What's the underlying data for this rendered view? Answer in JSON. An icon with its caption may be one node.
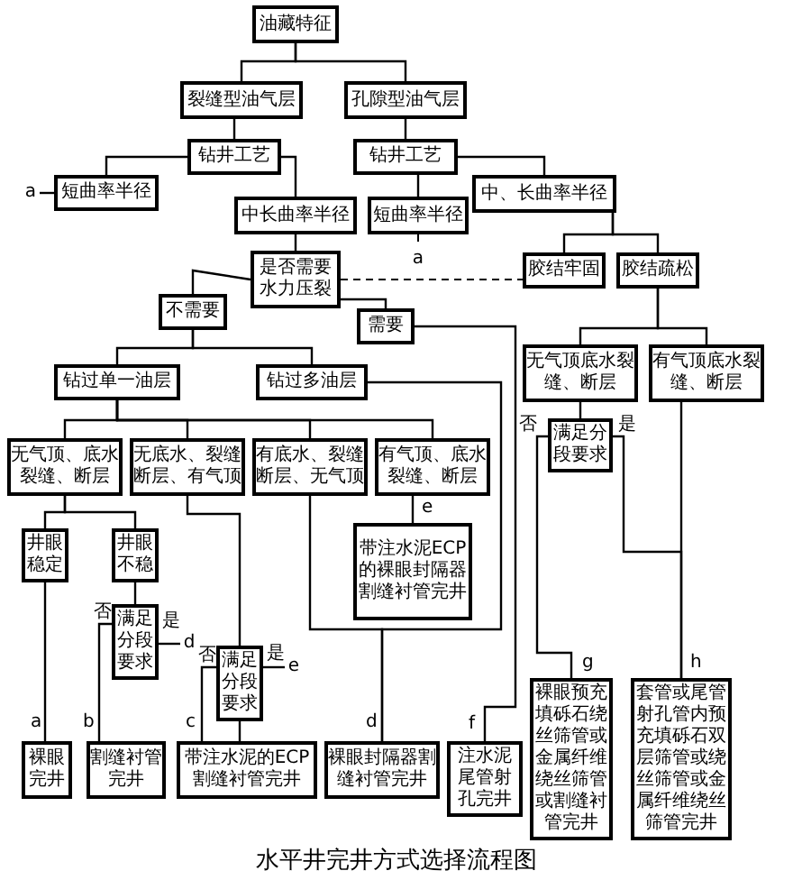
{
  "diagram": {
    "caption": "水平井完井方式选择流程图",
    "nodes": [
      {
        "text": [
          "油藏特征"
        ]
      },
      {
        "text": [
          "裂缝型油气层"
        ]
      },
      {
        "text": [
          "孔隙型油气层"
        ]
      },
      {
        "text": [
          "钻井工艺"
        ]
      },
      {
        "text": [
          "钻井工艺"
        ]
      },
      {
        "text": [
          "短曲率半径"
        ]
      },
      {
        "text": [
          "中长曲率半径"
        ]
      },
      {
        "text": [
          "短曲率半径"
        ]
      },
      {
        "text": [
          "中、长曲率半径"
        ]
      },
      {
        "text": [
          "是否需要水力压裂"
        ]
      },
      {
        "text": [
          "胶结牢固"
        ]
      },
      {
        "text": [
          "胶结疏松"
        ]
      },
      {
        "text": [
          "不需要"
        ]
      },
      {
        "text": [
          "需要"
        ]
      },
      {
        "text": [
          "钻过单一油层"
        ]
      },
      {
        "text": [
          "钻过多油层"
        ]
      },
      {
        "text": [
          "无气顶底水裂缝、断层"
        ]
      },
      {
        "text": [
          "有气顶底水裂缝、断层"
        ]
      },
      {
        "text": [
          "无气顶、底水裂缝、断层"
        ]
      },
      {
        "text": [
          "无底水、裂缝断层、有气顶"
        ]
      },
      {
        "text": [
          "有底水、裂缝断层、无气顶"
        ]
      },
      {
        "text": [
          "有气顶、底水裂缝、断层"
        ]
      },
      {
        "text": [
          "带注水泥ECP的裸眼封隔器割缝衬管完井"
        ]
      },
      {
        "text": [
          "满足分段要求"
        ]
      },
      {
        "text": [
          "井眼稳定"
        ]
      },
      {
        "text": [
          "井眼不稳"
        ]
      },
      {
        "text": [
          "满足分段要求"
        ]
      },
      {
        "text": [
          "满足分段要求"
        ]
      },
      {
        "text": [
          "裸眼完井"
        ]
      },
      {
        "text": [
          "割缝衬管完井"
        ]
      },
      {
        "text": [
          "带注水泥的ECP割缝衬管完井"
        ]
      },
      {
        "text": [
          "裸眼封隔器割缝衬管完井"
        ]
      },
      {
        "text": [
          "注水泥尾管射孔完井"
        ]
      },
      {
        "text": [
          "裸眼预充填砾石绕丝筛管或金属纤维绕丝筛管或割缝衬管完井"
        ]
      },
      {
        "text": [
          "套管或尾管射孔管内预充填砾石双层筛管或绕丝筛管或金属纤维绕丝筛管完井"
        ]
      },
      {
        "text": [
          "a"
        ]
      },
      {
        "text": [
          "a"
        ]
      },
      {
        "text": [
          "d"
        ]
      },
      {
        "text": [
          "e"
        ]
      }
    ],
    "edges": [
      {
        "from": 0,
        "to": 1,
        "arrow": "none"
      },
      {
        "from": 0,
        "to": 2,
        "arrow": "none"
      },
      {
        "from": 1,
        "to": 3,
        "arrow": "none"
      },
      {
        "from": 2,
        "to": 4,
        "arrow": "none"
      },
      {
        "from": 3,
        "to": 5,
        "arrow": "none"
      },
      {
        "from": 3,
        "to": 6,
        "arrow": "none"
      },
      {
        "from": 4,
        "to": 7,
        "arrow": "none"
      },
      {
        "from": 4,
        "to": 8,
        "arrow": "none"
      },
      {
        "from": 5,
        "to": 35,
        "arrow": "none"
      },
      {
        "from": 7,
        "to": 36,
        "arrow": "none",
        "style": "dashed"
      },
      {
        "from": 6,
        "to": 9,
        "arrow": "none"
      },
      {
        "from": 9,
        "to": 12,
        "arrow": "none"
      },
      {
        "from": 9,
        "to": 13,
        "arrow": "none"
      },
      {
        "from": 9,
        "to": 10,
        "arrow": "none",
        "style": "dashed"
      },
      {
        "from": 8,
        "to": 10,
        "arrow": "none"
      },
      {
        "from": 8,
        "to": 11,
        "arrow": "none"
      },
      {
        "from": 12,
        "to": 14,
        "arrow": "none"
      },
      {
        "from": 12,
        "to": 15,
        "arrow": "none"
      },
      {
        "from": 11,
        "to": 16,
        "arrow": "none"
      },
      {
        "from": 11,
        "to": 17,
        "arrow": "none"
      },
      {
        "from": 14,
        "to": 18,
        "arrow": "none"
      },
      {
        "from": 14,
        "to": 19,
        "arrow": "none"
      },
      {
        "from": 14,
        "to": 20,
        "arrow": "none"
      },
      {
        "from": 14,
        "to": 21,
        "arrow": "none"
      },
      {
        "from": 18,
        "to": 24,
        "arrow": "none"
      },
      {
        "from": 18,
        "to": 25,
        "arrow": "none"
      },
      {
        "from": 21,
        "to": 22,
        "arrow": "none",
        "label": "e"
      },
      {
        "from": 16,
        "to": 23,
        "arrow": "none"
      },
      {
        "from": 24,
        "to": 28,
        "arrow": "none",
        "label": "a"
      },
      {
        "from": 25,
        "to": 26,
        "arrow": "none"
      },
      {
        "from": 26,
        "to": 29,
        "arrow": "none",
        "label": "b"
      },
      {
        "from": 26,
        "to": 37,
        "arrow": "none"
      },
      {
        "from": 19,
        "to": 27,
        "arrow": "none"
      },
      {
        "from": 27,
        "to": 30,
        "arrow": "none",
        "label": "c"
      },
      {
        "from": 27,
        "to": 30,
        "arrow": "none"
      },
      {
        "from": 27,
        "to": 38,
        "arrow": "none"
      },
      {
        "from": 20,
        "to": 31,
        "arrow": "none",
        "label": "d"
      },
      {
        "from": 15,
        "to": 31,
        "arrow": "none"
      },
      {
        "from": 13,
        "to": 32,
        "arrow": "none",
        "label": "f"
      },
      {
        "from": 23,
        "to": 33,
        "arrow": "none",
        "label": "g"
      },
      {
        "from": 23,
        "to": 34,
        "arrow": "none"
      },
      {
        "from": 17,
        "to": 34,
        "arrow": "none",
        "label": "h"
      }
    ],
    "labels": [
      "否",
      "是",
      "否",
      "是",
      "否",
      "是"
    ]
  }
}
